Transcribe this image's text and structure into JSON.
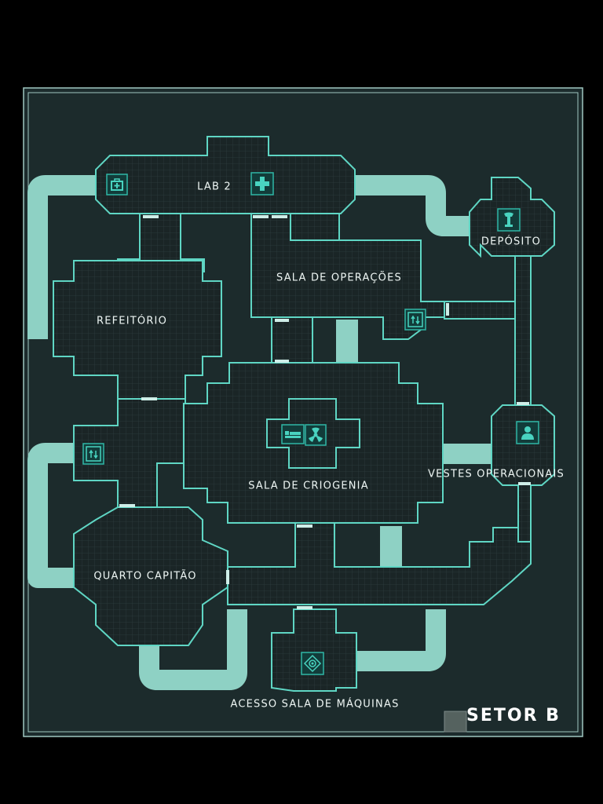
{
  "map": {
    "sector_label": "SETOR B",
    "rooms": [
      {
        "id": "lab-2",
        "label": "LAB 2"
      },
      {
        "id": "deposito",
        "label": "DEPÓSITO"
      },
      {
        "id": "sala-de-operacoes",
        "label": "SALA DE OPERAÇÕES"
      },
      {
        "id": "refeitorio",
        "label": "REFEITÓRIO"
      },
      {
        "id": "sala-de-criogenia",
        "label": "SALA DE CRIOGENIA"
      },
      {
        "id": "vestes-operacionais",
        "label": "VESTES OPERACIONAIS"
      },
      {
        "id": "quarto-capitao",
        "label": "QUARTO CAPITÃO"
      },
      {
        "id": "acesso-sala-de-maquinas",
        "label": "ACESSO SALA DE MÁQUINAS"
      }
    ],
    "icons": [
      "medkit-icon",
      "medical-cross-icon",
      "wrench-icon",
      "elevator-icon",
      "elevator-icon",
      "bed-icon",
      "radiation-icon",
      "person-icon",
      "reactor-target-icon"
    ],
    "colors": {
      "background": "#000000",
      "map_fill": "#1c2b2c",
      "room_fill": "#1a2526",
      "wall": "#5fd6c4",
      "pipe": "#8ed1c4",
      "text": "#eef6f4"
    }
  }
}
